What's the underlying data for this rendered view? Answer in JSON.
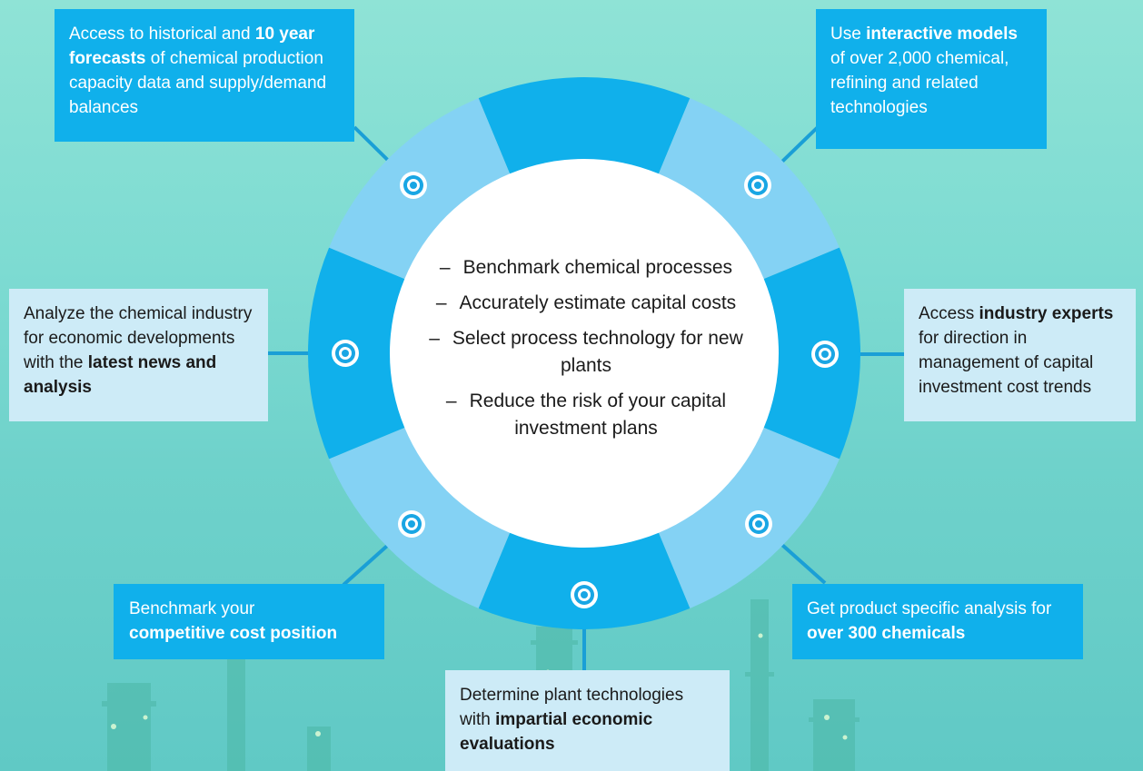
{
  "center_items": [
    "Benchmark chemical processes",
    "Accurately estimate capital costs",
    "Select process technology for new plants",
    "Reduce the risk of your capital investment plans"
  ],
  "center_dash": "–",
  "callouts": {
    "top_left": {
      "t1": "Access to historical and ",
      "b1": "10 year forecasts",
      "t2": " of chemical production capacity data and supply/demand balances"
    },
    "top_right": {
      "t1": "Use ",
      "b1": "interactive models",
      "t2": " of over 2,000 chemical, refining and related technologies"
    },
    "mid_left": {
      "t1": "Analyze the chemical industry for economic developments with the ",
      "b1": "latest news and analysis",
      "t2": ""
    },
    "mid_right": {
      "t1": "Access ",
      "b1": "industry experts",
      "t2": " for direction in management of capital investment cost trends"
    },
    "bottom_left": {
      "t1": "Benchmark your ",
      "b1": "competitive cost position",
      "t2": ""
    },
    "bottom_right": {
      "t1": "Get product specific analysis for ",
      "b1": "over 300 chemicals",
      "t2": ""
    },
    "bottom_center": {
      "t1": "Determine plant technologies with ",
      "b1": "impartial economic evaluations",
      "t2": ""
    }
  },
  "colors": {
    "ring_dark": "#10b0eb",
    "ring_light": "#84d2f4",
    "box_dark": "#10b0eb",
    "box_light": "#cdebf7",
    "connector": "#1a9fd6"
  },
  "icons": [
    "target-icon"
  ]
}
